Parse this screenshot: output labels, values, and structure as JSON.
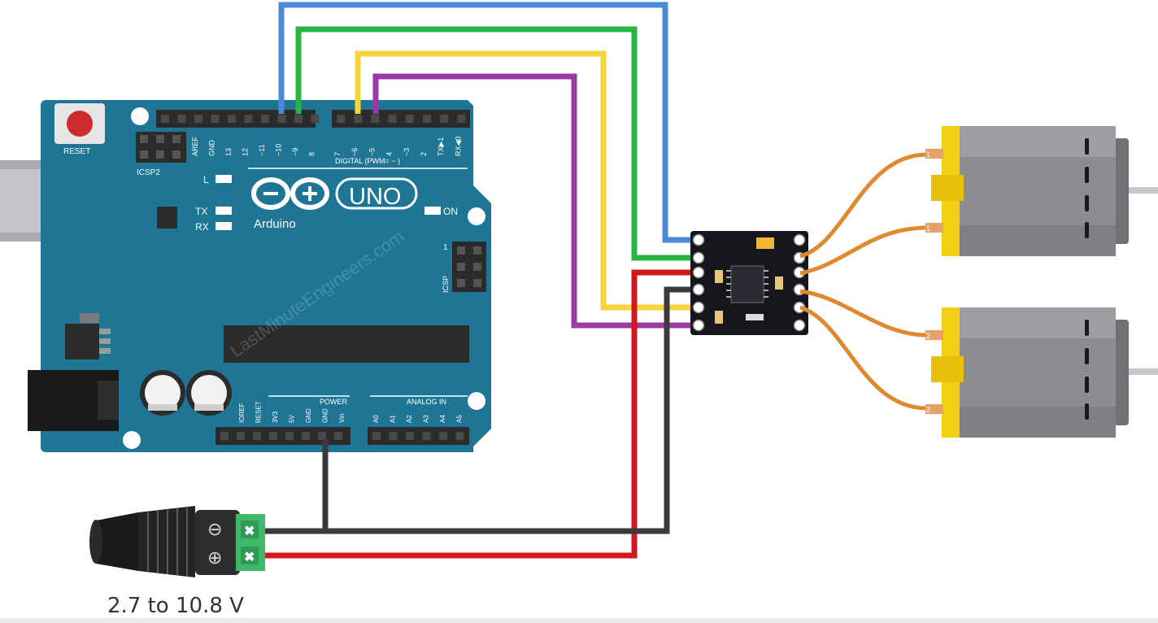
{
  "board": {
    "reset_label": "RESET",
    "icsp2_label": "ICSP2",
    "icsp_label": "ICSP",
    "icsp_pin1": "1",
    "led_l": "L",
    "led_tx": "TX",
    "led_rx": "RX",
    "on_label": "ON",
    "brand": "Arduino",
    "model": "UNO",
    "digital_label": "DIGITAL (PWM= ~ )",
    "power_label": "POWER",
    "analog_label": "ANALOG IN",
    "digital_pins": [
      "AREF",
      "GND",
      "13",
      "12",
      "~11",
      "~10",
      "~9",
      "8",
      "7",
      "~6",
      "~5",
      "4",
      "~3",
      "2",
      "TX▶1",
      "RX◀0"
    ],
    "power_pins": [
      "IOREF",
      "RESET",
      "3V3",
      "5V",
      "GND",
      "GND",
      "Vin"
    ],
    "analog_pins": [
      "A0",
      "A1",
      "A2",
      "A3",
      "A4",
      "A5"
    ]
  },
  "motors": [
    {
      "terminal_a": "1",
      "terminal_b": "1"
    },
    {
      "terminal_a": "2",
      "terminal_b": "2"
    }
  ],
  "jack": {
    "minus_symbol": "⊖",
    "plus_symbol": "⊕"
  },
  "caption": "2.7 to 10.8 V",
  "watermark": "LastMinuteEngineers.com",
  "colors": {
    "board": "#1f7594",
    "wire_blue": "#4a8ad8",
    "wire_green": "#27b544",
    "wire_yellow": "#f5d33a",
    "wire_purple": "#9b3aa6",
    "wire_red": "#d4161d",
    "wire_black": "#3b3b3b",
    "wire_orange": "#e08a30",
    "motor_body": "#8b8d90",
    "motor_cap": "#f2cf12"
  }
}
